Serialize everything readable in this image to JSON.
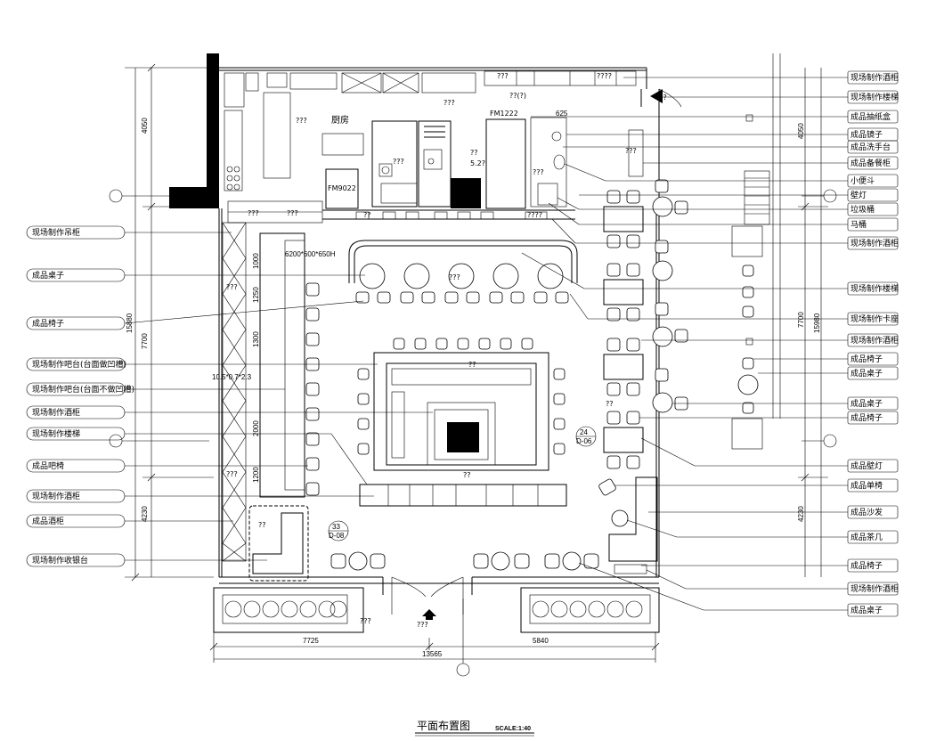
{
  "title": "平面布置图",
  "scale": "SCALE:1:40",
  "rooms": {
    "kitchen": "厨房",
    "q1": "???",
    "q2": "???",
    "q3": "??",
    "q4": "5.2?",
    "q5": "???",
    "q6": "???",
    "q7": "???",
    "q8": "???",
    "q9": "??",
    "q10": "???",
    "q11": "???",
    "entrance": "???"
  },
  "door_tags": [
    "FM9022",
    "FM1222",
    "??(?)"
  ],
  "equipment_tags": [
    "???",
    "????",
    "???",
    "??",
    "???",
    "????",
    "???",
    "??",
    "???"
  ],
  "dimensions": {
    "left_top": "4050",
    "left_mid": "7700",
    "left_total": "15880",
    "left_bottom": "4230",
    "right_top": "4050",
    "right_mid": "7700",
    "right_total": "15980",
    "right_bottom": "4230",
    "bottom_left": "7725",
    "bottom_right": "5840",
    "bottom_total": "13565",
    "top_small": "625",
    "bar_seg1": "1000",
    "bar_seg2": "1250",
    "bar_seg3": "1300",
    "bar_seg4": "2000",
    "bar_seg5": "1200",
    "counter_size": "6200*600*650H",
    "side_note": "10.5*0.7*2.3"
  },
  "section_tags": [
    {
      "num": "33",
      "sheet": "D-08"
    },
    {
      "num": "24",
      "sheet": "D-06"
    }
  ],
  "left_callouts": [
    "现场制作吊柜",
    "成品桌子",
    "成品椅子",
    "现场制作吧台(台面做凹槽)",
    "现场制作吧台(台面不做凹槽)",
    "现场制作酒柜",
    "现场制作楼梯",
    "成品吧椅",
    "现场制作酒柜",
    "成品酒柜",
    "现场制作收银台"
  ],
  "right_callouts": [
    "现场制作酒柜",
    "现场制作楼梯",
    "成品抽纸盒",
    "成品镜子",
    "成品洗手台",
    "成品备餐柜",
    "小便斗",
    "壁灯",
    "垃圾桶",
    "马桶",
    "现场制作酒柜",
    "现场制作楼梯",
    "现场制作卡座",
    "现场制作酒柜",
    "成品椅子",
    "成品桌子",
    "成品桌子",
    "成品椅子",
    "成品壁灯",
    "成品单椅",
    "成品沙发",
    "成品茶几",
    "成品椅子",
    "现场制作酒柜",
    "成品桌子"
  ]
}
